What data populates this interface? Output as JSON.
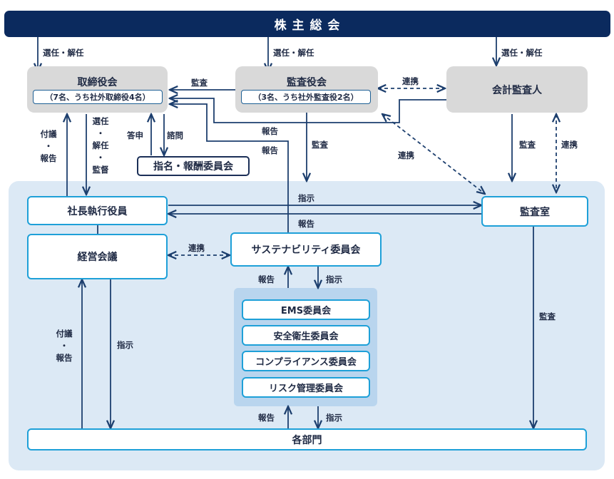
{
  "boxes": {
    "shareholders": "株 主 総 会",
    "board": "取締役会",
    "board_sub": "（7名、うち社外取締役4名）",
    "auditors": "監査役会",
    "auditors_sub": "（3名、うち社外監査役2名）",
    "accounting_auditor": "会計監査人",
    "nomination": "指名・報酬委員会",
    "president": "社長執行役員",
    "audit_office": "監査室",
    "mgmt_meeting": "経営会議",
    "sustainability": "サステナビリティ委員会",
    "ems": "EMS委員会",
    "safety": "安全衛生委員会",
    "compliance": "コンプライアンス委員会",
    "risk": "リスク管理委員会",
    "departments": "各部門"
  },
  "labels": {
    "appoint_board": "選任・解任",
    "appoint_auditors": "選任・解任",
    "appoint_accounting": "選任・解任",
    "audit_board": "監査",
    "coop_auditors_accounting": "連携",
    "report_to_board_1": "報告",
    "report_to_board_2": "報告",
    "audit_auditors_to_office": "監査",
    "coop_auditors_office": "連携",
    "audit_accounting_to_office": "監査",
    "coop_accounting_office": "連携",
    "board_submit_report": [
      "付議",
      "・",
      "報告"
    ],
    "board_appoint_supervise": [
      "選任",
      "・",
      "解任",
      "・",
      "監督"
    ],
    "consult_reply": "答申",
    "consult": "諮問",
    "instruct_office": "指示",
    "report_office": "報告",
    "coop_mgmt_sust": "連携",
    "report_sust": "報告",
    "instruct_sust": "指示",
    "mgmt_submit_report": [
      "付議",
      "・",
      "報告"
    ],
    "mgmt_instruct": "指示",
    "audit_office_depts": "監査",
    "report_depts": "報告",
    "instruct_depts": "指示"
  },
  "colors": {
    "banner": "#0b2a5e",
    "arrow": "#1d3f6e",
    "box_border": "#1ea0d8",
    "gray_box": "#d9d9d9",
    "panel": "#dce9f5",
    "committee_panel": "#b9d5ee"
  }
}
